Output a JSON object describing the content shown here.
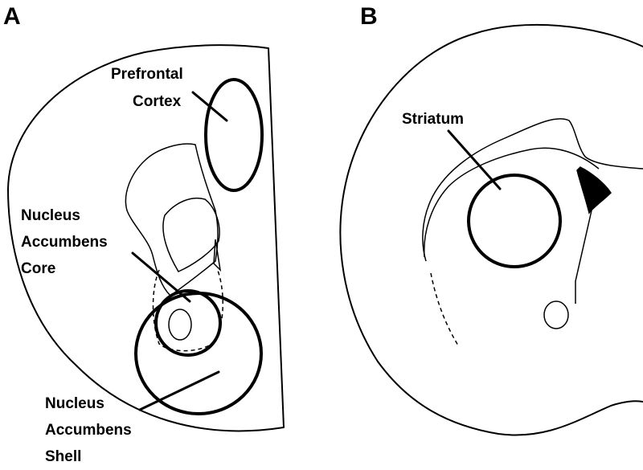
{
  "panels": {
    "a": {
      "letter": "A",
      "labels": {
        "prefrontal_line1": "Prefrontal",
        "prefrontal_line2": "Cortex",
        "core_line1": "Nucleus",
        "core_line2": "Accumbens",
        "core_line3": "Core",
        "shell_line1": "Nucleus",
        "shell_line2": "Accumbens",
        "shell_line3": "Shell"
      }
    },
    "b": {
      "letter": "B",
      "labels": {
        "striatum": "Striatum"
      }
    }
  },
  "colors": {
    "ink": "#000000",
    "background": "#ffffff"
  }
}
